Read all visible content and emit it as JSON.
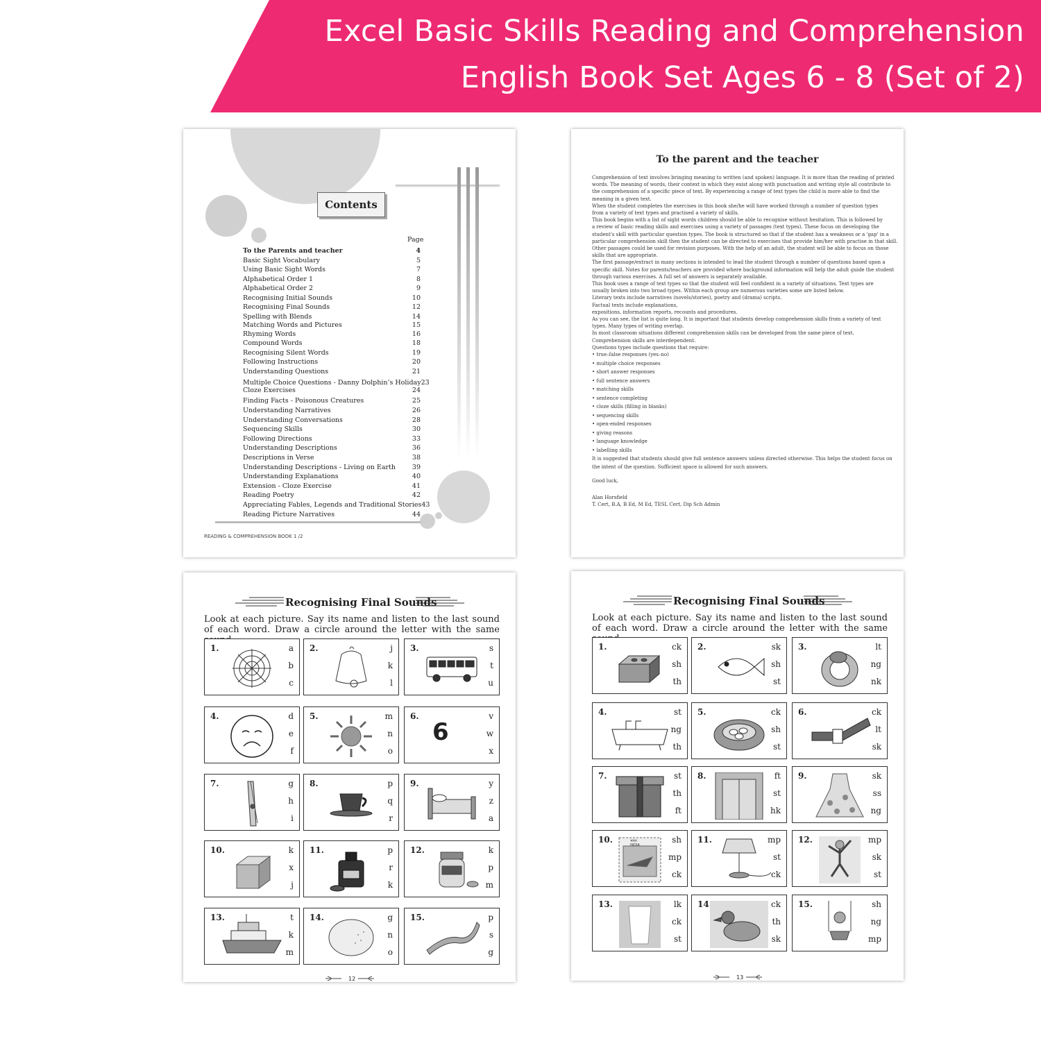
{
  "banner": {
    "line1": "Excel Basic Skills Reading and Comprehension",
    "line2": "English Book Set Ages 6 - 8 (Set of 2)",
    "color": "#ee2b72"
  },
  "contents_page": {
    "heading": "Contents",
    "page_header": "Page",
    "entries": [
      {
        "title": "To the Parents and teacher",
        "page": "4"
      },
      {
        "title": "Basic Sight Vocabulary",
        "page": "5"
      },
      {
        "title": "Using Basic Sight Words",
        "page": "7"
      },
      {
        "title": "Alphabetical Order  1",
        "page": "8"
      },
      {
        "title": "Alphabetical Order  2",
        "page": "9"
      },
      {
        "title": "Recognising Initial Sounds",
        "page": "10"
      },
      {
        "title": "Recognising Final Sounds",
        "page": "12"
      },
      {
        "title": "Spelling with Blends",
        "page": "14"
      },
      {
        "title": "Matching Words and Pictures",
        "page": "15"
      },
      {
        "title": "Rhyming Words",
        "page": "16"
      },
      {
        "title": "Compound Words",
        "page": "18"
      },
      {
        "title": "Recognising Silent Words",
        "page": "19"
      },
      {
        "title": "Following Instructions",
        "page": "20"
      },
      {
        "title": "Understanding Questions",
        "page": "21"
      },
      {
        "title": "Multiple Choice Questions - Danny Dolphin’s Holiday",
        "page": "23"
      },
      {
        "title": "Cloze Exercises",
        "page": "24"
      },
      {
        "title": "Finding Facts - Poisonous Creatures",
        "page": "25"
      },
      {
        "title": "Understanding Narratives",
        "page": "26"
      },
      {
        "title": "Understanding Conversations",
        "page": "28"
      },
      {
        "title": "Sequencing Skills",
        "page": "30"
      },
      {
        "title": "Following Directions",
        "page": "33"
      },
      {
        "title": "Understanding Descriptions",
        "page": "36"
      },
      {
        "title": "Descriptions in Verse",
        "page": "38"
      },
      {
        "title": "Understanding Descriptions - Living on Earth",
        "page": "39"
      },
      {
        "title": "Understanding Explanations",
        "page": "40"
      },
      {
        "title": "Extension - Cloze Exercise",
        "page": "41"
      },
      {
        "title": "Reading Poetry",
        "page": "42"
      },
      {
        "title": "Appreciating Fables, Legends and Traditional Stories",
        "page": "43"
      },
      {
        "title": "Reading Picture Narratives",
        "page": "44"
      }
    ],
    "footer": "READING & COMPREHENSION BOOK 1 /2"
  },
  "intro_page": {
    "heading": "To the parent and the teacher",
    "lines": [
      "Comprehension of text involves bringing meaning to written (and spoken) language. It is more than the reading of printed",
      "words. The meaning of words, their context in which they exist along with punctuation and writing style all contribute to",
      "the comprehension of a specific piece of text. By experiencing a range of text types the child is more able to find the",
      "meaning in a given text.",
      "    When the student completes the exercises in this book she/he will have worked through a number of question types",
      "from a variety of text types and practised a variety of skills.",
      "    This book begins with a list of sight words children should be able to recognise without hesitation. This is followed by",
      "a review of basic reading skills and exercises using a variety of passages (text types). These focus on developing the",
      "student's skill with particular question types. The book is structured so that if the student has a weakness or a 'gap' in a",
      "particular comprehension skill then the student can be directed to exercises that provide him/her with practise in that skill.",
      "Other passages could be used for revision purposes. With the help of an adult, the student will be able to focus on those",
      "skills that are appropriate.",
      "    The first passage/extract in many sections is intended to lead the student through a number of questions based upon a",
      "specific skill. Notes for parents/teachers are provided where background information will help the adult guide the student",
      "through various exercises. A full set of answers is separately available.",
      "    This book uses a range of text types so that the student will feel confident in a variety of situations. Text types are",
      "usually broken into two broad types. Within each group are numerous varieties  some are listed below.",
      "    Literary texts include narratives (novels/stories), poetry and (drama) scripts.",
      "    Factual texts include explanations,",
      "    expositions, information reports, recounts and procedures.",
      "    As you can see, the list is quite long. It is important that students develop comprehension skills from a variety of text",
      "types. Many types of writing overlap.",
      "    In most classroom situations different comprehension skills can be developed from the same piece of text.",
      "Comprehension skills are interdependent.",
      "    Questions types include questions that require:",
      "  •  true–false responses (yes–no)",
      "  •  multiple choice responses",
      "  •  short answer responses",
      "  •  full sentence answers",
      "  •  matching skills",
      "  •  sentence completing",
      "  •  cloze skills (filling in blanks)",
      "  •  sequencing skills",
      "  •  open-ended responses",
      "  •  giving reasons",
      "  •  language knowledge",
      "  •  labelling skills",
      "It is suggested that students should give full sentence answers unless directed otherwise. This helps the student focus on",
      "the intent of the question. Sufficient space is allowed for such answers.",
      "Good luck,",
      "Alan Horsfield",
      "T. Cert, B.A, B Ed, M Ed, TESL Cert, Dip Sch Admin"
    ]
  },
  "worksheet_12": {
    "title": "Recognising Final Sounds",
    "instruction": "Look at each picture. Say its name and listen to the last sound of each word. Draw a circle around the letter with the same sound.",
    "page_number": "12",
    "items": [
      {
        "num": "1.",
        "options": [
          "a",
          "b",
          "c"
        ],
        "picture": "spider-web-icon"
      },
      {
        "num": "2.",
        "options": [
          "j",
          "k",
          "l"
        ],
        "picture": "bell-icon"
      },
      {
        "num": "3.",
        "options": [
          "s",
          "t",
          "u"
        ],
        "picture": "bus-icon"
      },
      {
        "num": "4.",
        "options": [
          "d",
          "e",
          "f"
        ],
        "picture": "sad-face-icon"
      },
      {
        "num": "5.",
        "options": [
          "m",
          "n",
          "o"
        ],
        "picture": "sun-icon"
      },
      {
        "num": "6.",
        "options": [
          "v",
          "w",
          "x"
        ],
        "picture": "six-numeral",
        "glyph": "6"
      },
      {
        "num": "7.",
        "options": [
          "g",
          "h",
          "i"
        ],
        "picture": "peg-icon"
      },
      {
        "num": "8.",
        "options": [
          "p",
          "q",
          "r"
        ],
        "picture": "cup-icon"
      },
      {
        "num": "9.",
        "options": [
          "y",
          "z",
          "a"
        ],
        "picture": "bed-icon"
      },
      {
        "num": "10.",
        "options": [
          "k",
          "x",
          "j"
        ],
        "picture": "box-icon"
      },
      {
        "num": "11.",
        "options": [
          "p",
          "r",
          "k"
        ],
        "picture": "ink-bottle-icon"
      },
      {
        "num": "12.",
        "options": [
          "k",
          "p",
          "m"
        ],
        "picture": "jar-icon"
      },
      {
        "num": "13.",
        "options": [
          "t",
          "k",
          "m"
        ],
        "picture": "boat-icon"
      },
      {
        "num": "14.",
        "options": [
          "g",
          "n",
          "o"
        ],
        "picture": "lemon-icon"
      },
      {
        "num": "15.",
        "options": [
          "p",
          "s",
          "g"
        ],
        "picture": "tape-measure-icon"
      }
    ]
  },
  "worksheet_13": {
    "title": "Recognising Final Sounds",
    "instruction": "Look at each picture. Say its name and listen to the last sound of each word. Draw a circle around the letter with the same sound.",
    "page_number": "13",
    "items": [
      {
        "num": "1.",
        "options": [
          "ck",
          "sh",
          "th"
        ],
        "picture": "brick-icon"
      },
      {
        "num": "2.",
        "options": [
          "sk",
          "sh",
          "st"
        ],
        "picture": "fish-icon"
      },
      {
        "num": "3.",
        "options": [
          "lt",
          "ng",
          "nk"
        ],
        "picture": "ring-icon"
      },
      {
        "num": "4.",
        "options": [
          "st",
          "ng",
          "th"
        ],
        "picture": "bath-icon"
      },
      {
        "num": "5.",
        "options": [
          "ck",
          "sh",
          "st"
        ],
        "picture": "nest-icon"
      },
      {
        "num": "6.",
        "options": [
          "ck",
          "lt",
          "sk"
        ],
        "picture": "belt-icon"
      },
      {
        "num": "7.",
        "options": [
          "st",
          "th",
          "ft"
        ],
        "picture": "gift-icon"
      },
      {
        "num": "8.",
        "options": [
          "ft",
          "st",
          "hk"
        ],
        "picture": "lift-icon"
      },
      {
        "num": "9.",
        "options": [
          "sk",
          "ss",
          "ng"
        ],
        "picture": "dress-icon"
      },
      {
        "num": "10.",
        "options": [
          "sh",
          "mp",
          "ck"
        ],
        "picture": "stamp-icon",
        "stamp_text": "भारत INDIA"
      },
      {
        "num": "11.",
        "options": [
          "mp",
          "st",
          "ck"
        ],
        "picture": "lamp-icon"
      },
      {
        "num": "12.",
        "options": [
          "mp",
          "sk",
          "st"
        ],
        "picture": "jump-icon"
      },
      {
        "num": "13.",
        "options": [
          "lk",
          "ck",
          "st"
        ],
        "picture": "milk-icon"
      },
      {
        "num": "14.",
        "options": [
          "ck",
          "th",
          "sk"
        ],
        "picture": "duck-icon"
      },
      {
        "num": "15.",
        "options": [
          "sh",
          "ng",
          "mp"
        ],
        "picture": "swing-icon"
      }
    ]
  }
}
